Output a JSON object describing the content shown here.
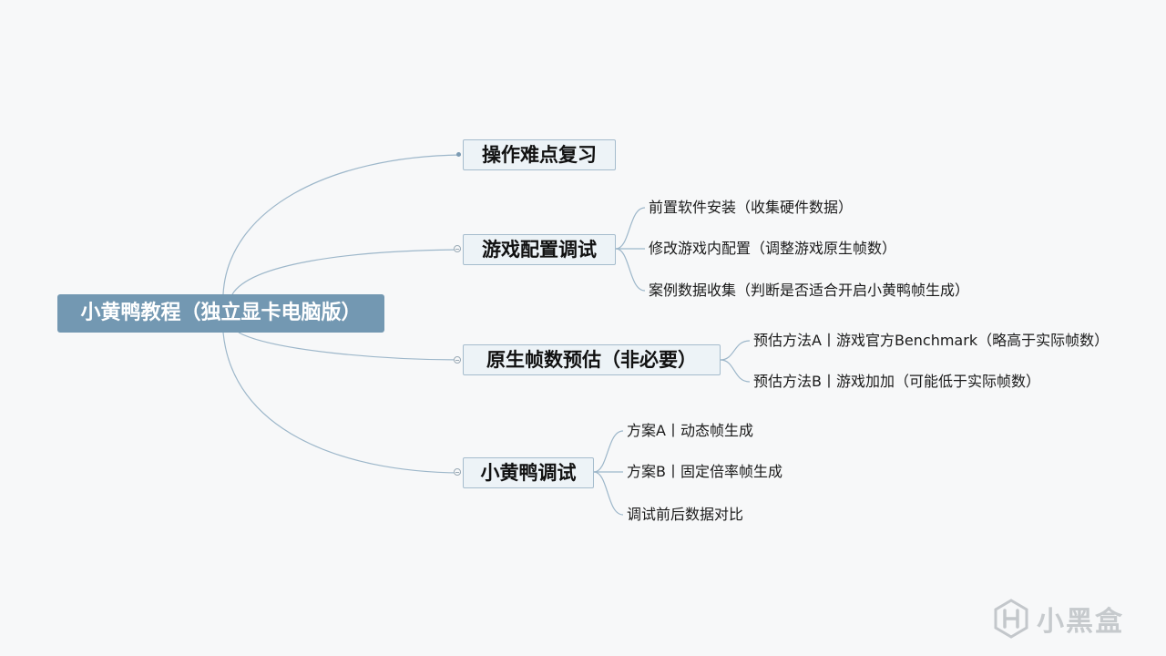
{
  "mindmap": {
    "root": "小黄鸭教程（独立显卡电脑版）",
    "branches": [
      {
        "label": "操作难点复习",
        "children": []
      },
      {
        "label": "游戏配置调试",
        "children": [
          "前置软件安装（收集硬件数据）",
          "修改游戏内配置（调整游戏原生帧数）",
          "案例数据收集（判断是否适合开启小黄鸭帧生成）"
        ]
      },
      {
        "label": "原生帧数预估（非必要）",
        "children": [
          "预估方法A丨游戏官方Benchmark（略高于实际帧数）",
          "预估方法B丨游戏加加（可能低于实际帧数）"
        ]
      },
      {
        "label": "小黄鸭调试",
        "children": [
          "方案A丨动态帧生成",
          "方案B丨固定倍率帧生成",
          "调试前后数据对比"
        ]
      }
    ]
  },
  "watermark": {
    "text": "小黑盒",
    "icon": "heybox-logo-icon"
  },
  "colors": {
    "background": "#f7f8f9",
    "root_fill": "#7398b2",
    "topic_fill": "#edf3f7",
    "topic_border": "#a5bccd",
    "connector": "#9db7ca"
  }
}
